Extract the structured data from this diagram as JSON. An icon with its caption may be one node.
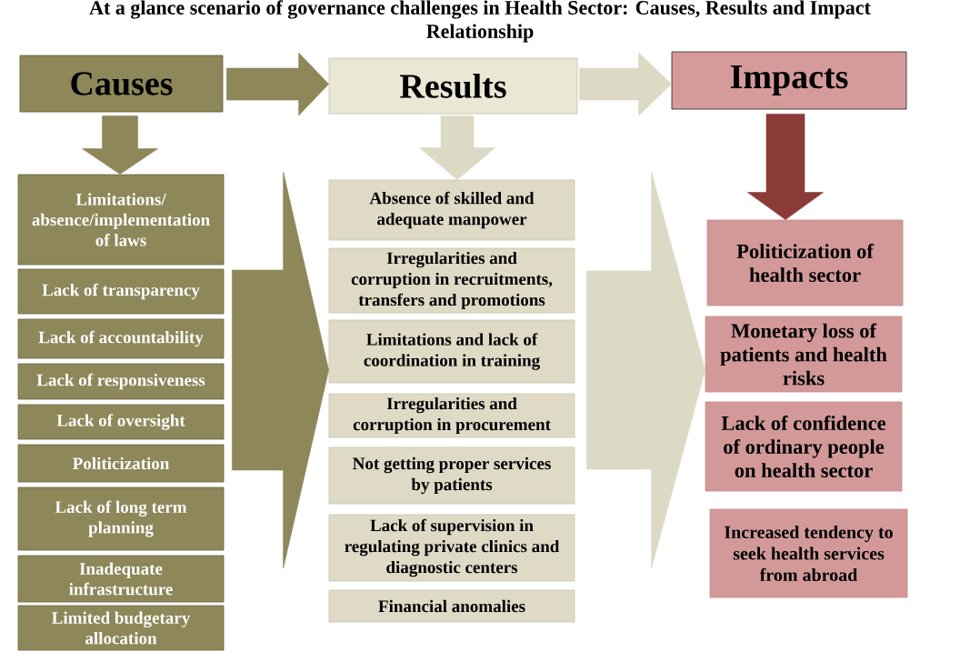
{
  "diagram": {
    "title": "At a glance scenario of governance challenges in Health Sector: Causes, Results and Impact Relationship",
    "nodes": [
      {
        "text": [
          "Causes"
        ]
      },
      {
        "text": [
          "Results"
        ]
      },
      {
        "text": [
          "Impacts"
        ]
      },
      {
        "text": [
          "Limitations/ absence/implementation of laws"
        ]
      },
      {
        "text": [
          "Lack of transparency"
        ]
      },
      {
        "text": [
          "Lack of accountability"
        ]
      },
      {
        "text": [
          "Lack of responsiveness"
        ]
      },
      {
        "text": [
          "Lack of oversight"
        ]
      },
      {
        "text": [
          "Politicization"
        ]
      },
      {
        "text": [
          "Lack of long term planning"
        ]
      },
      {
        "text": [
          "Inadequate infrastructure"
        ]
      },
      {
        "text": [
          "Limited budgetary allocation"
        ]
      },
      {
        "text": [
          "Absence of skilled and adequate manpower"
        ]
      },
      {
        "text": [
          "Irregularities and corruption in recruitments, transfers and promotions"
        ]
      },
      {
        "text": [
          "Limitations and lack of coordination in training"
        ]
      },
      {
        "text": [
          "Irregularities and corruption in procurement"
        ]
      },
      {
        "text": [
          "Not getting proper services by patients"
        ]
      },
      {
        "text": [
          "Lack of supervision in regulating private clinics and diagnostic centers"
        ]
      },
      {
        "text": [
          "Financial anomalies"
        ]
      },
      {
        "text": [
          "Politicization of health sector"
        ]
      },
      {
        "text": [
          "Monetary loss of patients and health risks"
        ]
      },
      {
        "text": [
          "Lack of confidence of ordinary people on health sector"
        ]
      },
      {
        "text": [
          "Increased tendency to seek health services from abroad"
        ]
      }
    ],
    "edges": [
      {
        "from": 0,
        "to": 1,
        "arrow": "to",
        "color": "#8d875a"
      },
      {
        "from": 1,
        "to": 2,
        "arrow": "to",
        "color": "#dcd9c4"
      },
      {
        "from": 0,
        "to": 3,
        "arrow": "to",
        "color": "#8d875a"
      },
      {
        "from": 1,
        "to": 12,
        "arrow": "to",
        "color": "#dcd9c4"
      },
      {
        "from": 2,
        "to": 19,
        "arrow": "to",
        "color": "#8a3b37"
      },
      {
        "from": 6,
        "to": 14,
        "arrow": "to",
        "style": "thick",
        "color": "#8d875a"
      },
      {
        "from": 14,
        "to": 20,
        "arrow": "to",
        "style": "thick",
        "color": "#dcd9c4"
      }
    ]
  }
}
